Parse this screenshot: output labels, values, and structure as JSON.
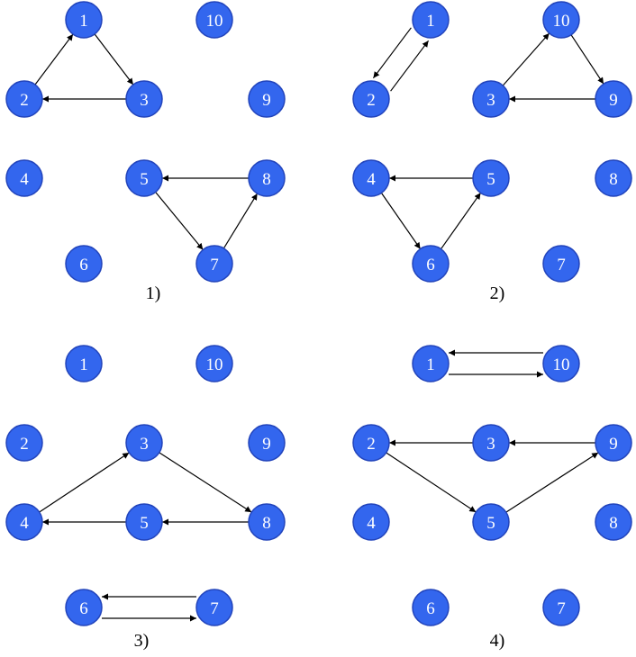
{
  "style": {
    "node_fill": "#3366ee",
    "node_stroke": "#2244bb",
    "node_text": "#ffffff",
    "edge_color": "#000000"
  },
  "panels": [
    {
      "label": "1)",
      "nodes": [
        "1",
        "2",
        "3",
        "4",
        "5",
        "6",
        "7",
        "8",
        "9",
        "10"
      ],
      "edges": [
        [
          "2",
          "1"
        ],
        [
          "1",
          "3"
        ],
        [
          "3",
          "2"
        ],
        [
          "5",
          "7"
        ],
        [
          "7",
          "8"
        ],
        [
          "8",
          "5"
        ]
      ]
    },
    {
      "label": "2)",
      "nodes": [
        "1",
        "2",
        "3",
        "4",
        "5",
        "6",
        "7",
        "8",
        "9",
        "10"
      ],
      "edges": [
        [
          "1",
          "2"
        ],
        [
          "2",
          "1"
        ],
        [
          "3",
          "10"
        ],
        [
          "10",
          "9"
        ],
        [
          "9",
          "3"
        ],
        [
          "4",
          "6"
        ],
        [
          "6",
          "5"
        ],
        [
          "5",
          "4"
        ]
      ]
    },
    {
      "label": "3)",
      "nodes": [
        "1",
        "2",
        "3",
        "4",
        "5",
        "6",
        "7",
        "8",
        "9",
        "10"
      ],
      "edges": [
        [
          "4",
          "3"
        ],
        [
          "3",
          "8"
        ],
        [
          "8",
          "5"
        ],
        [
          "5",
          "4"
        ],
        [
          "6",
          "7"
        ],
        [
          "7",
          "6"
        ]
      ]
    },
    {
      "label": "4)",
      "nodes": [
        "1",
        "2",
        "3",
        "4",
        "5",
        "6",
        "7",
        "8",
        "9",
        "10"
      ],
      "edges": [
        [
          "10",
          "1"
        ],
        [
          "1",
          "10"
        ],
        [
          "9",
          "3"
        ],
        [
          "3",
          "2"
        ],
        [
          "2",
          "5"
        ],
        [
          "5",
          "9"
        ]
      ]
    }
  ]
}
